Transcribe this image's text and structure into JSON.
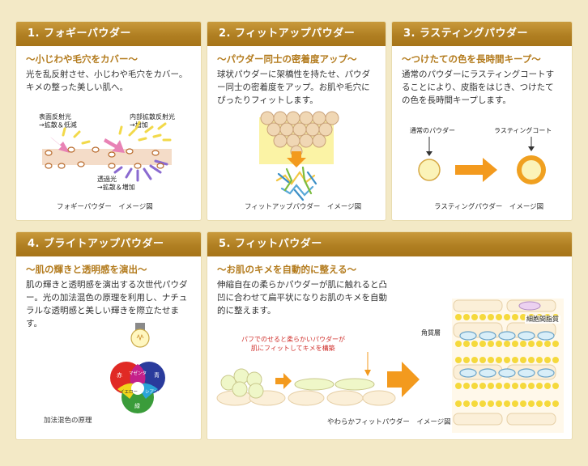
{
  "cards": [
    {
      "title": "1. フォギーパウダー",
      "subtitle": "～小じわや毛穴をカバー～",
      "description": "光を乱反射させ、小じわや毛穴をカバー。キメの整った美しい肌へ。",
      "labels": {
        "surface_reflection": "表面反射光",
        "surface_reflection_effect": "→拡散＆低減",
        "internal_diffuse": "内部拡散反射光",
        "internal_diffuse_effect": "→増加",
        "transmitted": "透過光",
        "transmitted_effect": "→拡散＆増加"
      },
      "caption": "フォギーパウダー　イメージ図"
    },
    {
      "title": "2. フィットアップパウダー",
      "subtitle": "～パウダー同士の密着度アップ～",
      "description": "球状パウダーに架橋性を持たせ、パウダー同士の密着度をアップ。お肌や毛穴にぴったりフィットします。",
      "caption": "フィットアップパウダー　イメージ図"
    },
    {
      "title": "3. ラスティングパウダー",
      "subtitle": "～つけたての色を長時間キープ～",
      "description": "通常のパウダーにラスティングコートすることにより、皮脂をはじき、つけたての色を長時間キープします。",
      "labels": {
        "normal_powder": "通常のパウダー",
        "lasting_coat": "ラスティングコート"
      },
      "caption": "ラスティングパウダー　イメージ図"
    },
    {
      "title": "4. ブライトアップパウダー",
      "subtitle": "～肌の輝きと透明感を演出～",
      "description": "肌の輝きと透明感を演出する次世代パウダー。光の加法混色の原理を利用し、ナチュラルな透明感と美しい輝きを際立たせます。",
      "labels": {
        "red": "赤",
        "magenta": "マゼンタ",
        "blue": "青",
        "yellow": "イエロー",
        "cyan": "シアン",
        "green": "緑"
      },
      "caption": "加法混色の原理"
    },
    {
      "title": "5. フィットパウダー",
      "subtitle": "～お肌のキメを自動的に整える～",
      "description": "伸縮自在の柔らかパウダーが肌に触れると凸凹に合わせて扁平状になりお肌のキメを自動的に整えます。",
      "labels": {
        "puff_note_1": "パフでのせると柔らかいパウダーが",
        "puff_note_2": "肌にフィットしてキメを構築",
        "stratum_corneum": "角質層",
        "intercellular_lipid": "細胞間脂質"
      },
      "caption": "やわらかフィットパウダー　イメージ図"
    }
  ],
  "colors": {
    "background": "#f3e9c6",
    "header_gold": "#b07f22",
    "subtitle_gold": "#b37b1d",
    "arrow_orange": "#f39a1e",
    "puff_note_red": "#d0312d"
  }
}
